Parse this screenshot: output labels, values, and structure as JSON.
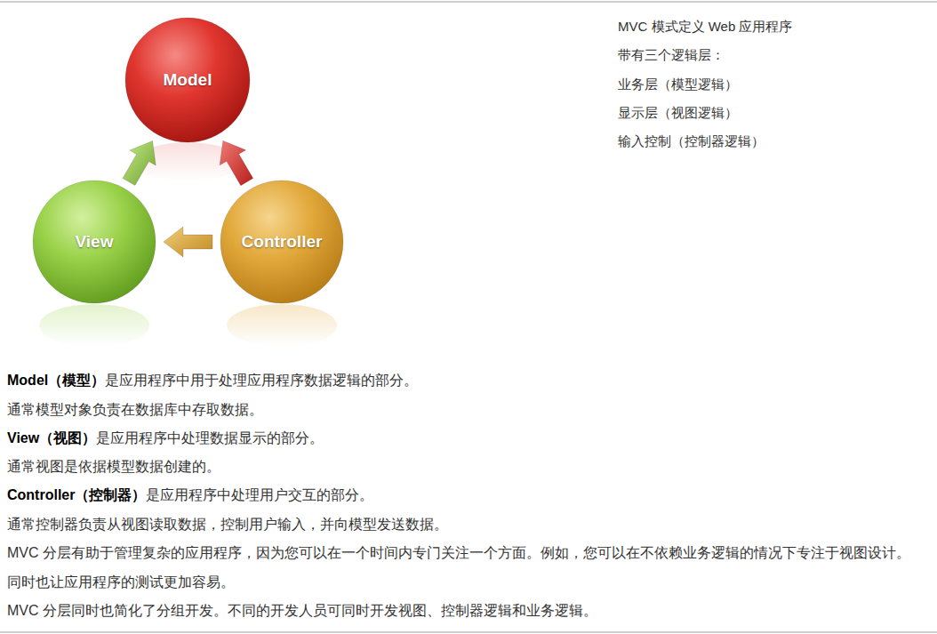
{
  "diagram": {
    "nodes": [
      {
        "text": [
          "Model"
        ]
      },
      {
        "text": [
          "View"
        ]
      },
      {
        "text": [
          "Controller"
        ]
      }
    ],
    "edges": [
      {
        "from": 1,
        "to": 0,
        "arrow": "to"
      },
      {
        "from": 2,
        "to": 0,
        "arrow": "to"
      },
      {
        "from": 2,
        "to": 1,
        "arrow": "to"
      }
    ],
    "labels": [
      "MVC 模式定义 Web 应用程序",
      "带有三个逻辑层：",
      "业务层（模型逻辑）",
      "显示层（视图逻辑）",
      "输入控制（控制器逻辑）",
      "Model（模型）",
      "是应用程序中用于处理应用程序数据逻辑的部分。",
      "通常模型对象负责在数据库中存取数据。",
      "View（视图）",
      "是应用程序中处理数据显示的部分。",
      "通常视图是依据模型数据创建的。",
      "Controller（控制器）",
      "是应用程序中处理用户交互的部分。",
      "通常控制器负责从视图读取数据，控制用户输入，并向模型发送数据。",
      "MVC 分层有助于管理复杂的应用程序，因为您可以在一个时间内专门关注一个方面。例如，您可以在不依赖业务逻辑的情况下专注于视图设计。",
      "同时也让应用程序的测试更加容易。",
      "MVC 分层同时也简化了分组开发。不同的开发人员可同时开发视图、控制器逻辑和业务逻辑。"
    ]
  }
}
